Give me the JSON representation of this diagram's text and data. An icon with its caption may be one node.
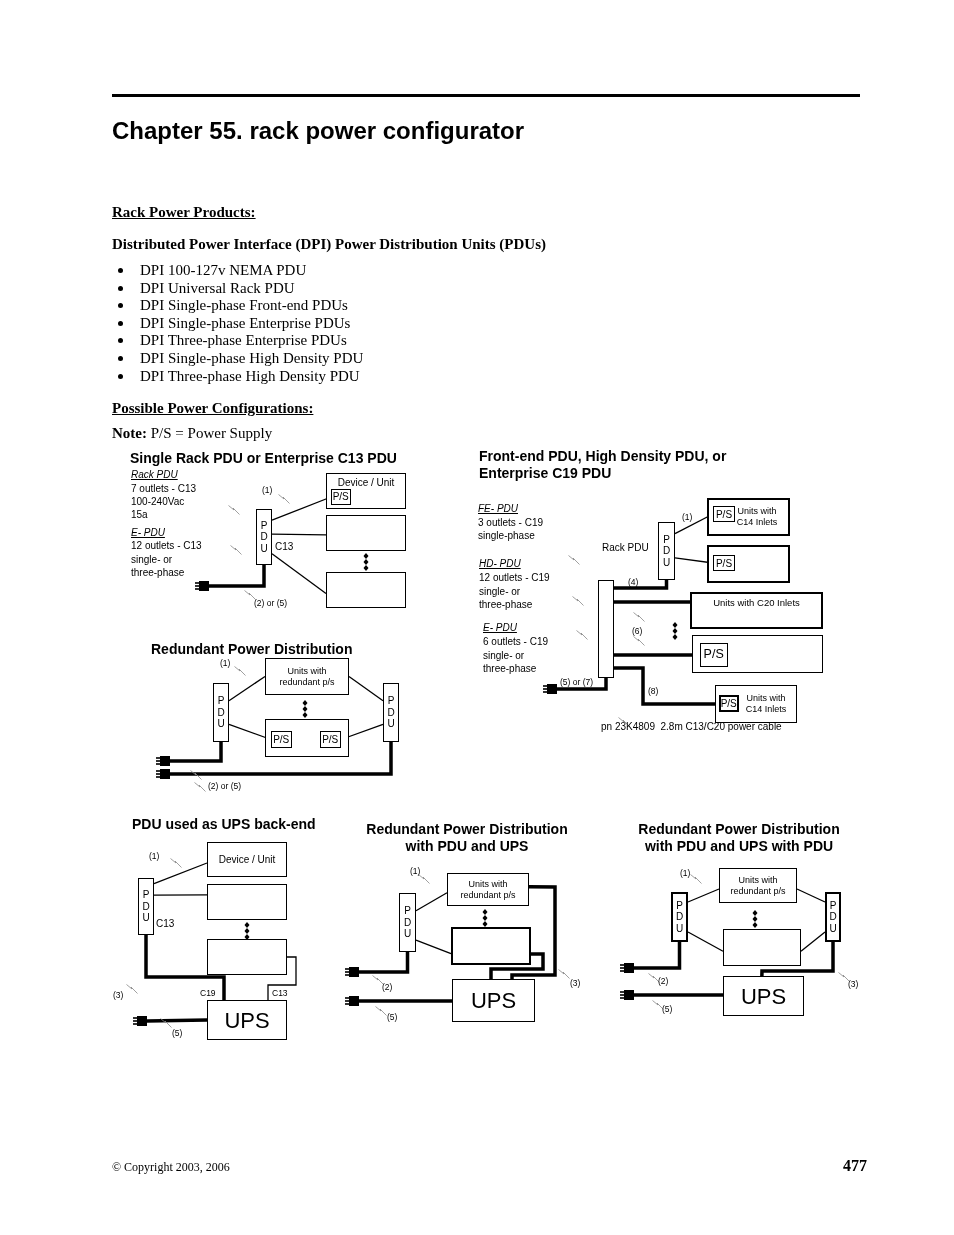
{
  "diagram": {
    "title": "Chapter 55. rack power configurator",
    "nodes": [
      {
        "text": [
          "P D U"
        ],
        "beside": [
          "C13"
        ]
      },
      {
        "text": [
          "Device / Unit"
        ]
      },
      {
        "text": [
          "P/S"
        ],
        "in": 1
      },
      {
        "text": [],
        "shape": "box"
      },
      {
        "text": [],
        "shape": "box"
      },
      {
        "text": [],
        "shape": "plug"
      },
      {
        "text": [
          "P D U"
        ]
      },
      {
        "text": [
          "Units with redundant p/s"
        ]
      },
      {
        "text": [],
        "shape": "box"
      },
      {
        "text": [
          "P/S"
        ],
        "in": 8
      },
      {
        "text": [
          "P/S"
        ],
        "in": 8
      },
      {
        "text": [
          "P D U"
        ]
      },
      {
        "text": [],
        "shape": "plug"
      },
      {
        "text": [],
        "shape": "plug"
      },
      {
        "text": [],
        "shape": "bar"
      },
      {
        "text": [
          "P D U"
        ],
        "beside": [
          "Rack PDU"
        ]
      },
      {
        "text": [
          "Units with C14 Inlets"
        ]
      },
      {
        "text": [
          "P/S"
        ],
        "in": 16
      },
      {
        "text": [],
        "shape": "box"
      },
      {
        "text": [
          "P/S"
        ],
        "in": 18
      },
      {
        "text": [
          "Units with C20 Inlets"
        ]
      },
      {
        "text": [],
        "shape": "box"
      },
      {
        "text": [
          "P/S"
        ],
        "in": 21
      },
      {
        "text": [
          "Units with C14 Inlets"
        ]
      },
      {
        "text": [
          "P/S"
        ],
        "in": 23
      },
      {
        "text": [],
        "shape": "plug"
      },
      {
        "text": [
          "P D U"
        ],
        "beside": [
          "C13"
        ]
      },
      {
        "text": [
          "Device / Unit"
        ]
      },
      {
        "text": [],
        "shape": "box"
      },
      {
        "text": [],
        "shape": "box"
      },
      {
        "text": [
          "UPS"
        ]
      },
      {
        "text": [],
        "shape": "plug"
      },
      {
        "text": [
          "P D U"
        ]
      },
      {
        "text": [
          "Units with redundant p/s"
        ]
      },
      {
        "text": [],
        "shape": "box"
      },
      {
        "text": [
          "UPS"
        ]
      },
      {
        "text": [],
        "shape": "plug"
      },
      {
        "text": [],
        "shape": "plug"
      },
      {
        "text": [
          "P D U"
        ]
      },
      {
        "text": [
          "Units with redundant p/s"
        ]
      },
      {
        "text": [],
        "shape": "box"
      },
      {
        "text": [
          "P D U"
        ]
      },
      {
        "text": [
          "UPS"
        ]
      },
      {
        "text": [],
        "shape": "plug"
      },
      {
        "text": [],
        "shape": "plug"
      }
    ],
    "edges": [
      {
        "from": 0,
        "to": 2,
        "arrow": "none"
      },
      {
        "from": 0,
        "to": 3,
        "arrow": "none"
      },
      {
        "from": 0,
        "to": 4,
        "arrow": "none"
      },
      {
        "from": 5,
        "to": 0,
        "arrow": "none",
        "style": "thick"
      },
      {
        "from": 6,
        "to": 7,
        "arrow": "none"
      },
      {
        "from": 6,
        "to": 9,
        "arrow": "none"
      },
      {
        "from": 11,
        "to": 7,
        "arrow": "none"
      },
      {
        "from": 11,
        "to": 10,
        "arrow": "none"
      },
      {
        "from": 12,
        "to": 6,
        "arrow": "none",
        "style": "thick"
      },
      {
        "from": 13,
        "to": 11,
        "arrow": "none",
        "style": "thick"
      },
      {
        "from": 15,
        "to": 17,
        "arrow": "none"
      },
      {
        "from": 15,
        "to": 19,
        "arrow": "none"
      },
      {
        "from": 14,
        "to": 15,
        "arrow": "none",
        "style": "thick"
      },
      {
        "from": 14,
        "to": 20,
        "arrow": "none",
        "style": "thick"
      },
      {
        "from": 14,
        "to": 22,
        "arrow": "none",
        "style": "thick"
      },
      {
        "from": 14,
        "to": 24,
        "arrow": "none",
        "style": "thick"
      },
      {
        "from": 25,
        "to": 14,
        "arrow": "none",
        "style": "thick"
      },
      {
        "from": 26,
        "to": 27,
        "arrow": "none"
      },
      {
        "from": 26,
        "to": 28,
        "arrow": "none"
      },
      {
        "from": 26,
        "to": 30,
        "arrow": "none",
        "style": "thick"
      },
      {
        "from": 29,
        "to": 30,
        "arrow": "none"
      },
      {
        "from": 31,
        "to": 30,
        "arrow": "none",
        "style": "thick"
      },
      {
        "from": 32,
        "to": 33,
        "arrow": "none"
      },
      {
        "from": 32,
        "to": 34,
        "arrow": "none"
      },
      {
        "from": 36,
        "to": 32,
        "arrow": "none",
        "style": "thick"
      },
      {
        "from": 37,
        "to": 35,
        "arrow": "none",
        "style": "thick"
      },
      {
        "from": 33,
        "to": 35,
        "arrow": "none",
        "style": "thick"
      },
      {
        "from": 34,
        "to": 35,
        "arrow": "none",
        "style": "thick"
      },
      {
        "from": 38,
        "to": 39,
        "arrow": "none"
      },
      {
        "from": 38,
        "to": 40,
        "arrow": "none"
      },
      {
        "from": 41,
        "to": 39,
        "arrow": "none"
      },
      {
        "from": 41,
        "to": 40,
        "arrow": "none"
      },
      {
        "from": 43,
        "to": 38,
        "arrow": "none",
        "style": "thick"
      },
      {
        "from": 44,
        "to": 42,
        "arrow": "none",
        "style": "thick"
      },
      {
        "from": 41,
        "to": 42,
        "arrow": "none",
        "style": "thick"
      }
    ],
    "labels": [
      "Rack Power Products:",
      "Distributed Power Interface (DPI) Power Distribution Units (PDUs)",
      "DPI 100-127v NEMA PDU",
      "DPI Universal Rack PDU",
      "DPI Single-phase Front-end PDUs",
      "DPI Single-phase Enterprise PDUs",
      "DPI Three-phase Enterprise PDUs",
      "DPI Single-phase High Density PDU",
      "DPI Three-phase High Density PDU",
      "Possible Power Configurations:",
      "**Note:** P/S = Power Supply",
      "Single Rack PDU or Enterprise C13 PDU",
      "Rack PDU",
      "7 outlets - C13",
      "100-240Vac",
      "15a",
      "E- PDU",
      "12 outlets - C13",
      "single- or three-phase",
      "(1)",
      "(2) or (5)",
      "Front-end PDU, High Density PDU, or Enterprise C19 PDU",
      "FE- PDU",
      "3 outlets - C19",
      "single-phase",
      "HD- PDU",
      "12 outlets - C19",
      "single- or three-phase",
      "E- PDU",
      "6 outlets - C19",
      "single- or three-phase",
      "(1)",
      "(4)",
      "(6)",
      "(5) or (7)",
      "(8)",
      "pn 23K4809  2.8m C13/C20 power cable",
      "Redundant Power Distribution",
      "(1)",
      "(2) or (5)",
      "PDU used as UPS back-end",
      "(1)",
      "(3)",
      "C19",
      "C13",
      "(5)",
      "Redundant Power Distribution with PDU and UPS",
      "(1)",
      "(2)",
      "(3)",
      "(5)",
      "Redundant Power Distribution with PDU and UPS with PDU",
      "(1)",
      "(2)",
      "(3)",
      "(5)",
      "© Copyright 2003, 2006",
      "477"
    ]
  }
}
